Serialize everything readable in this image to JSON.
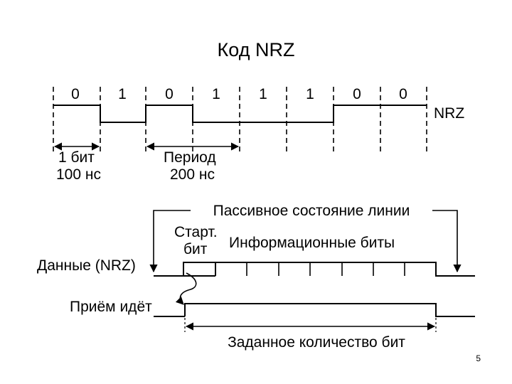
{
  "title": "Код NRZ",
  "nrz_timing": {
    "bits": [
      "0",
      "1",
      "0",
      "1",
      "1",
      "1",
      "0",
      "0"
    ],
    "signal_label": "NRZ",
    "bit_label": "1 бит",
    "bit_duration": "100 нс",
    "period_label": "Период",
    "period_duration": "200 нс"
  },
  "uart_frame": {
    "idle_label": "Пассивное состояние линии",
    "start_bit_label_line1": "Старт.",
    "start_bit_label_line2": "бит",
    "data_bits_label": "Информационные биты",
    "data_line_label": "Данные (NRZ)",
    "receive_line_label": "Приём идёт",
    "bit_count_label": "Заданное количество бит"
  },
  "page_number": "5"
}
